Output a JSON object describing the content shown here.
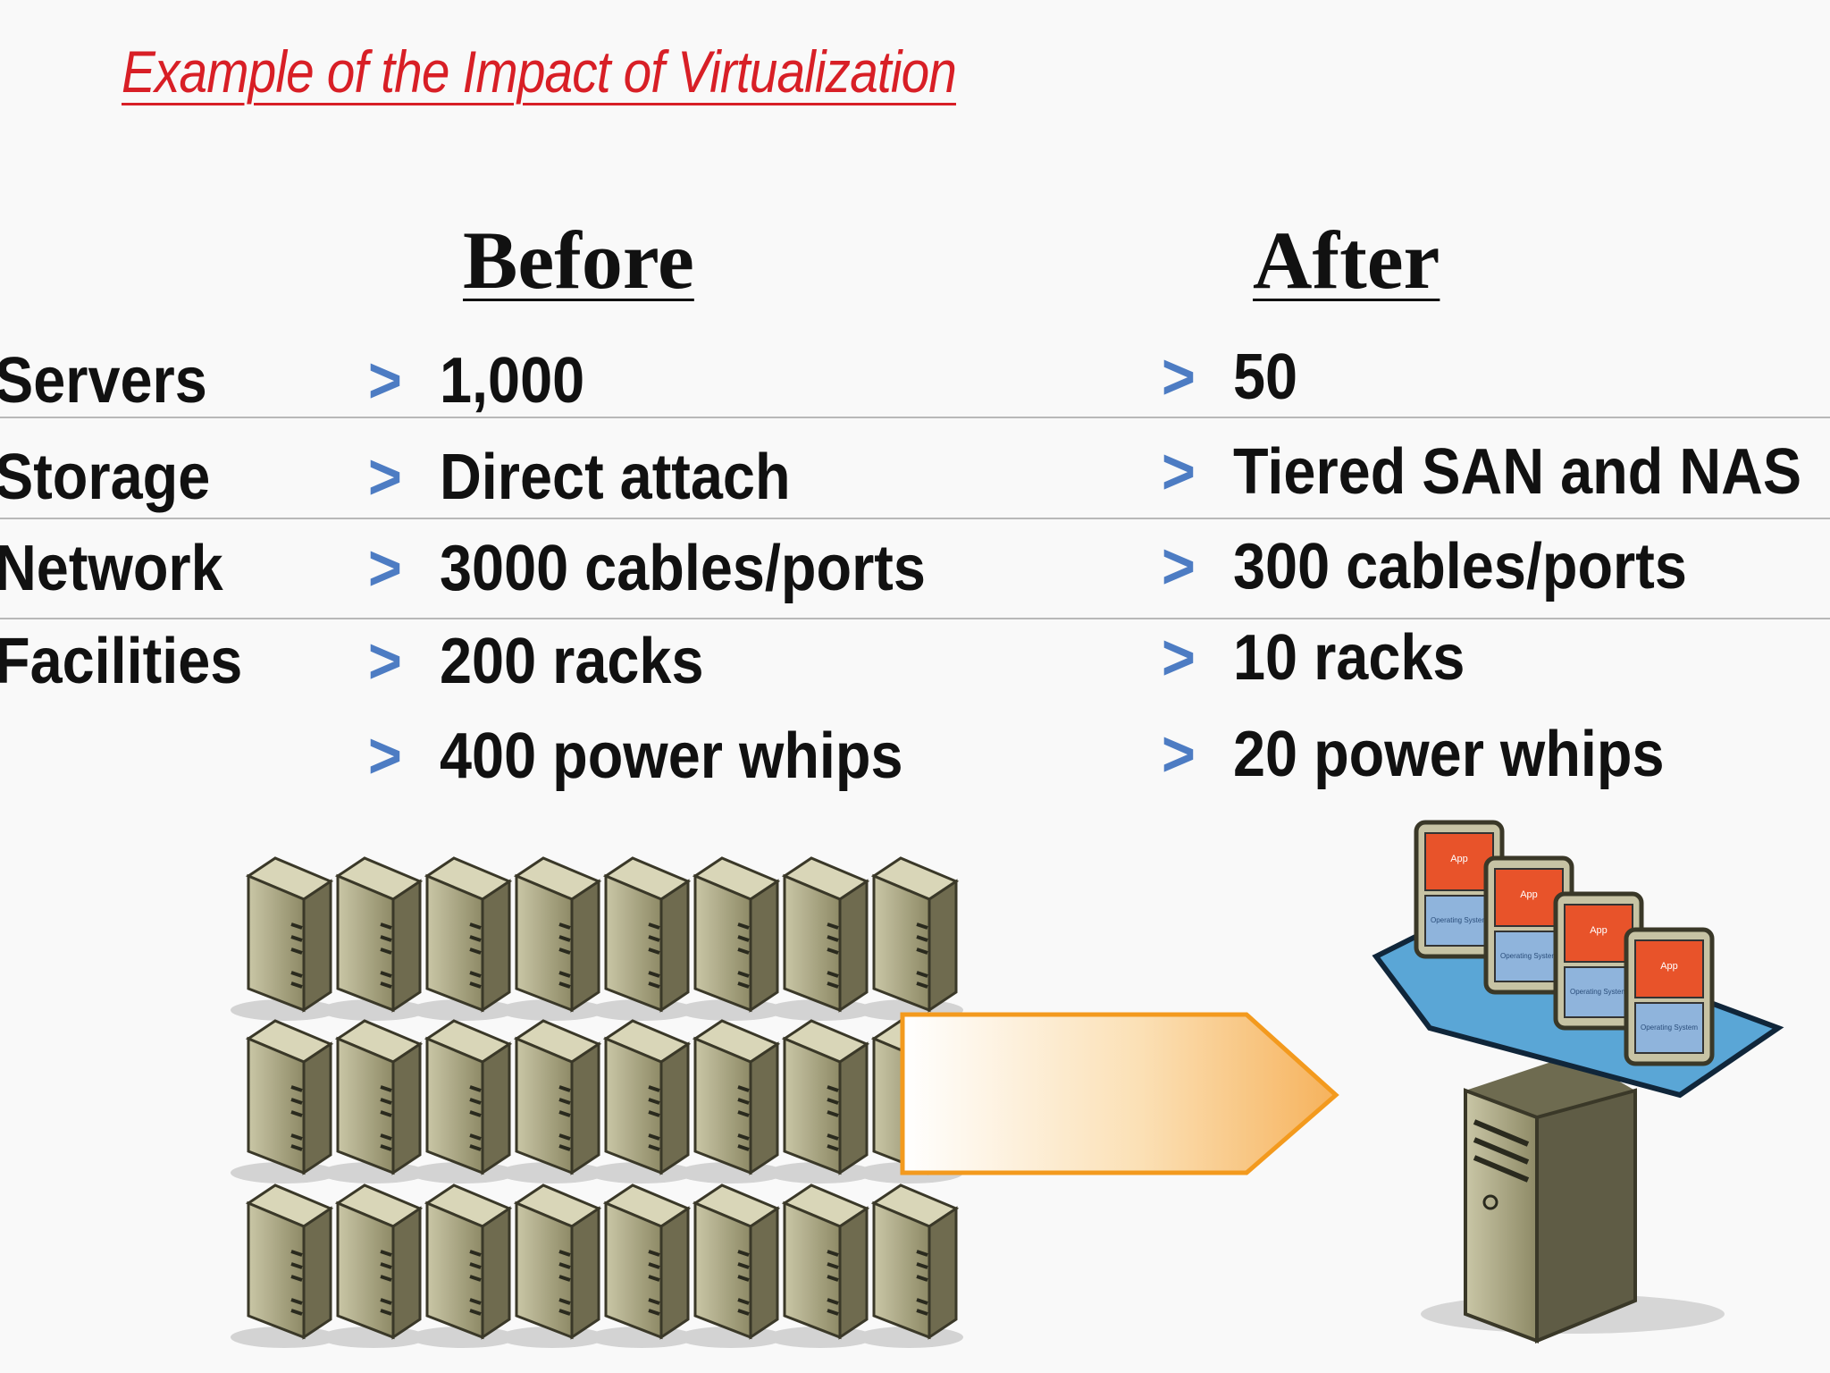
{
  "title": "Example of the Impact of Virtualization",
  "columns": {
    "before": "Before",
    "after": "After"
  },
  "chevron": ">",
  "rows": [
    {
      "category": "Servers",
      "before": "1,000",
      "after": "50"
    },
    {
      "category": "Storage",
      "before": "Direct attach",
      "after": "Tiered SAN and NAS"
    },
    {
      "category": "Network",
      "before": "3000 cables/ports",
      "after": "300 cables/ports"
    },
    {
      "category": "Facilities",
      "before": "200 racks",
      "after": "10 racks"
    },
    {
      "category": "",
      "before": "400 power whips",
      "after": "20 power whips"
    }
  ],
  "vm_labels": {
    "app": "App",
    "os": "Operating System"
  },
  "colors": {
    "title": "#d81f26",
    "chevron": "#4d7cc3",
    "server_body": "#a7a37f",
    "arrow_outline": "#f39a1e",
    "platform": "#5aa6d6",
    "vm_app": "#e8532a",
    "vm_os": "#8fb4dc"
  }
}
